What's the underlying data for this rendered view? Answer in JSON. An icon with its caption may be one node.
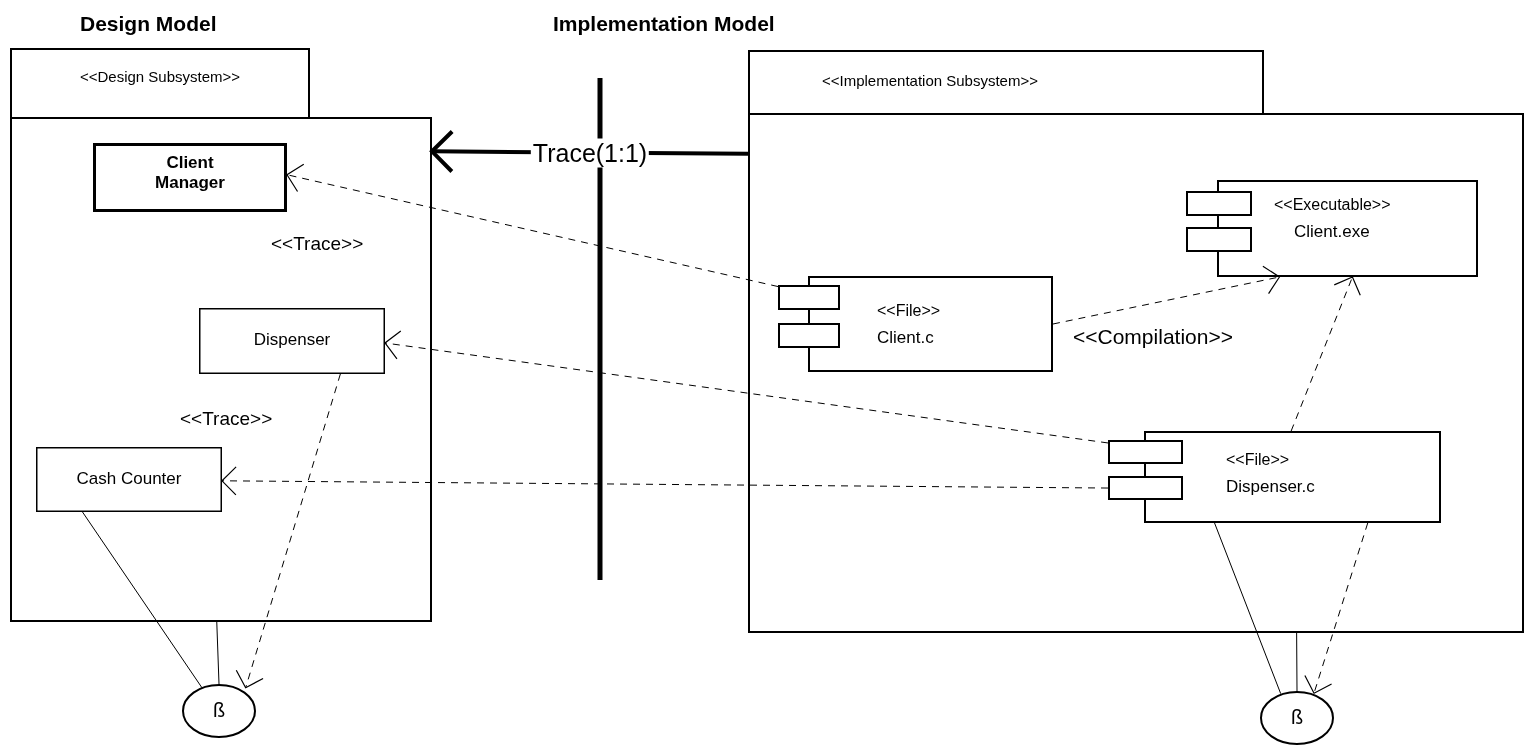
{
  "diagram": {
    "nodes": [
      {
        "text": [
          "<<Design Subsystem>>"
        ]
      },
      {
        "text": [
          "Client Manager"
        ],
        "in": 0
      },
      {
        "text": [
          "Dispenser"
        ],
        "in": 0
      },
      {
        "text": [
          "Cash Counter"
        ],
        "in": 0
      },
      {
        "text": [
          "ß"
        ]
      },
      {
        "text": [
          "<<Implementation Subsystem>>"
        ]
      },
      {
        "text": [
          "<<Executable>>",
          "Client.exe"
        ],
        "in": 5
      },
      {
        "text": [
          "<<File>>",
          "Client.c"
        ],
        "in": 5
      },
      {
        "text": [
          "<<File>>",
          "Dispenser.c"
        ],
        "in": 5
      },
      {
        "text": [
          "ß"
        ]
      }
    ],
    "edges": [
      {
        "from": 7,
        "to": 1,
        "arrow": "to",
        "style": "dashed"
      },
      {
        "from": 8,
        "to": 2,
        "arrow": "to",
        "style": "dashed"
      },
      {
        "from": 8,
        "to": 3,
        "arrow": "to",
        "style": "dashed"
      },
      {
        "from": 7,
        "to": 6,
        "arrow": "to",
        "style": "dashed"
      },
      {
        "from": 8,
        "to": 6,
        "arrow": "to",
        "style": "dashed"
      },
      {
        "from": 2,
        "to": 4,
        "arrow": "to",
        "style": "dashed"
      },
      {
        "from": 3,
        "to": 4,
        "arrow": "none"
      },
      {
        "from": 0,
        "to": 4,
        "arrow": "none"
      },
      {
        "from": 8,
        "to": 9,
        "arrow": "none"
      },
      {
        "from": 5,
        "to": 9,
        "arrow": "none"
      },
      {
        "from": 8,
        "to": 9,
        "arrow": "to",
        "style": "dashed"
      },
      {
        "from": 5,
        "to": 0,
        "arrow": "to",
        "style": "thick",
        "label": "Trace(1:1)"
      }
    ],
    "labels": [
      "Design Model",
      "Implementation Model",
      "<<Trace>>",
      "<<Compilation>>",
      "<<Trace>>"
    ]
  }
}
